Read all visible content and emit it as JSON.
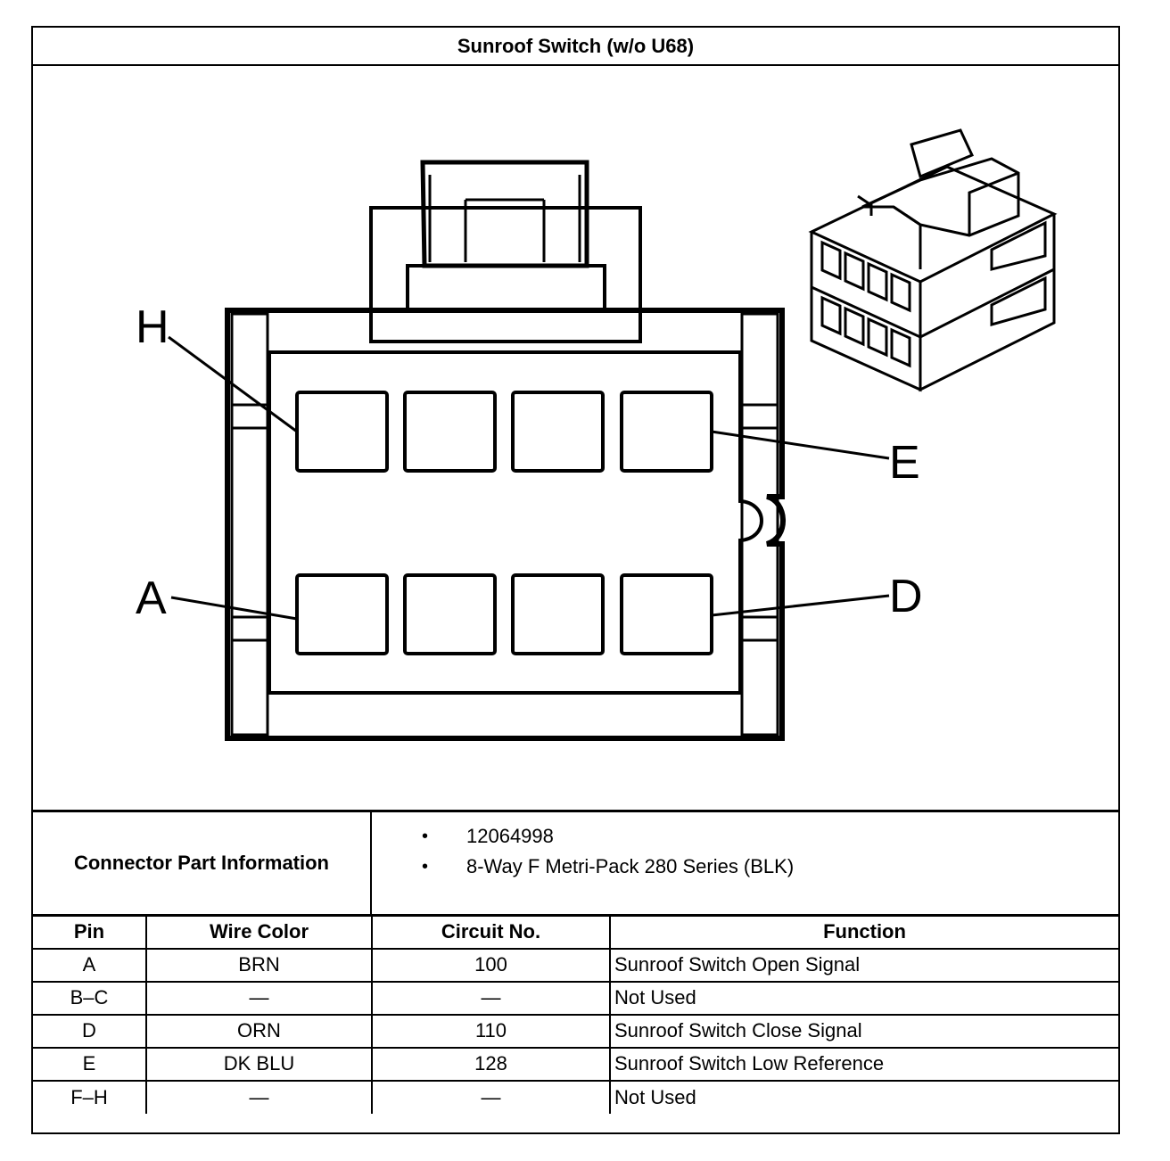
{
  "title": "Sunroof Switch (w/o U68)",
  "diagram": {
    "pin_labels": {
      "h": "H",
      "e": "E",
      "a": "A",
      "d": "D"
    }
  },
  "connector_info": {
    "label": "Connector Part Information",
    "items": [
      "12064998",
      "8-Way F Metri-Pack 280 Series (BLK)"
    ],
    "bullet": "•"
  },
  "table": {
    "headers": {
      "pin": "Pin",
      "wire_color": "Wire Color",
      "circuit": "Circuit No.",
      "function": "Function"
    },
    "rows": [
      {
        "pin": "A",
        "wire_color": "BRN",
        "circuit": "100",
        "function": "Sunroof Switch Open Signal"
      },
      {
        "pin": "B–C",
        "wire_color": "—",
        "circuit": "—",
        "function": "Not Used"
      },
      {
        "pin": "D",
        "wire_color": "ORN",
        "circuit": "110",
        "function": "Sunroof Switch Close Signal"
      },
      {
        "pin": "E",
        "wire_color": "DK BLU",
        "circuit": "128",
        "function": "Sunroof Switch Low Reference"
      },
      {
        "pin": "F–H",
        "wire_color": "—",
        "circuit": "—",
        "function": "Not Used"
      }
    ]
  }
}
